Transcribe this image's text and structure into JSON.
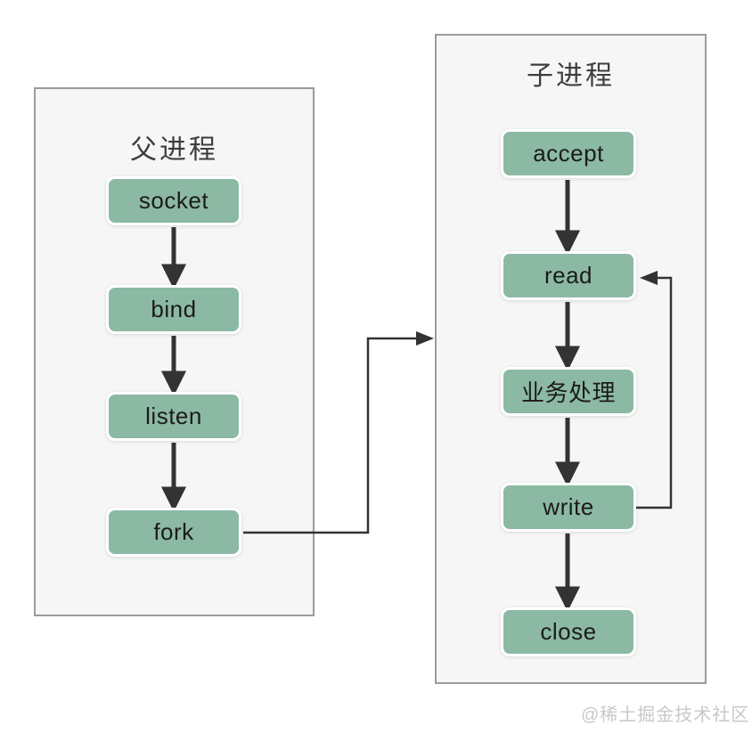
{
  "diagram": {
    "parent": {
      "title": "父进程",
      "nodes": [
        {
          "label": "socket"
        },
        {
          "label": "bind"
        },
        {
          "label": "listen"
        },
        {
          "label": "fork"
        }
      ]
    },
    "child": {
      "title": "子进程",
      "nodes": [
        {
          "label": "accept"
        },
        {
          "label": "read"
        },
        {
          "label": "业务处理"
        },
        {
          "label": "write"
        },
        {
          "label": "close"
        }
      ]
    },
    "connections": [
      "socket→bind",
      "bind→listen",
      "listen→fork",
      "fork→accept(child)",
      "accept→read",
      "read→业务处理",
      "业务处理→write",
      "write→close",
      "write→read(loop)"
    ],
    "colors": {
      "node_fill": "#8CB9A4",
      "node_text": "#1B1B1B",
      "arrow": "#333333",
      "container_border": "#9B9B9B",
      "container_fill": "#F6F6F6",
      "title_text": "#3D3D3D",
      "watermark_text": "#C8C8C8"
    },
    "watermark": "@稀土掘金技术社区"
  }
}
